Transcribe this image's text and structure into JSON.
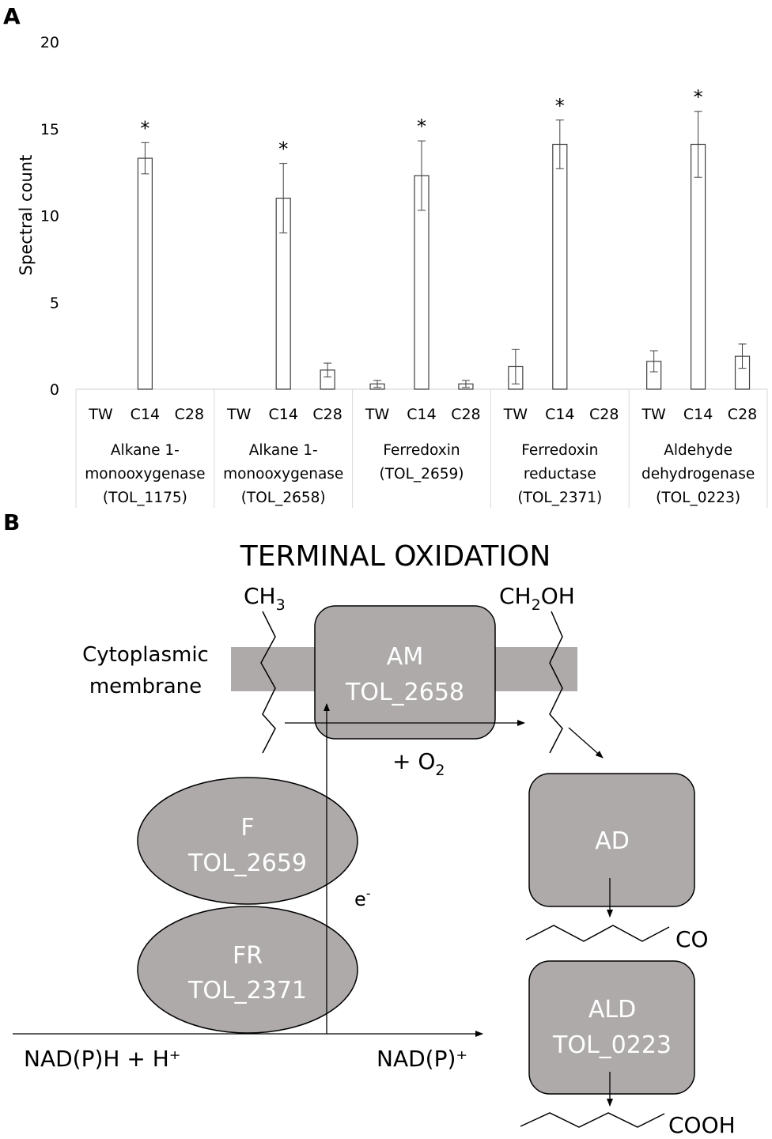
{
  "panel_a": {
    "label": "A"
  },
  "panel_b": {
    "label": "B",
    "title": "TERMINAL OXIDATION",
    "membrane_label": [
      "Cytoplasmic",
      "membrane"
    ],
    "ch3_main": "CH",
    "ch3_sub": "3",
    "ch2oh_a": "CH",
    "ch2oh_sub": "2",
    "ch2oh_b": "OH",
    "o2_main": "+ O",
    "o2_sub": "2",
    "electron_main": "e",
    "electron_sup": "-",
    "nadph": "NAD(P)H + H⁺",
    "nadp": "NAD(P)⁺",
    "co_label": "CO",
    "cooh_label": "COOH",
    "enzymes": {
      "am": [
        "AM",
        "TOL_2658"
      ],
      "f": [
        "F",
        "TOL_2659"
      ],
      "fr": [
        "FR",
        "TOL_2371"
      ],
      "ad": [
        "AD"
      ],
      "ald": [
        "ALD",
        "TOL_0223"
      ]
    },
    "colors": {
      "enzyme_fill": "#aeaaaa",
      "enzyme_text": "#ffffff",
      "membrane": "#aeaaaa"
    }
  },
  "chart_data": {
    "type": "bar",
    "ylabel": "Spectral count",
    "ylim": [
      0,
      20
    ],
    "yticks": [
      0,
      5,
      10,
      15,
      20
    ],
    "conditions": [
      "TW",
      "C14",
      "C28"
    ],
    "groups": [
      {
        "label": [
          "Alkane 1-",
          "monooxygenase",
          "(TOL_1175)"
        ],
        "values": [
          0,
          13.3,
          0
        ],
        "errors": [
          0,
          0.9,
          0
        ],
        "significant": [
          false,
          true,
          false
        ]
      },
      {
        "label": [
          "Alkane 1-",
          "monooxygenase",
          "(TOL_2658)"
        ],
        "values": [
          0,
          11.0,
          1.1
        ],
        "errors": [
          0,
          2.0,
          0.4
        ],
        "significant": [
          false,
          true,
          false
        ]
      },
      {
        "label": [
          "Ferredoxin",
          "(TOL_2659)"
        ],
        "values": [
          0.3,
          12.3,
          0.3
        ],
        "errors": [
          0.2,
          2.0,
          0.2
        ],
        "significant": [
          false,
          true,
          false
        ]
      },
      {
        "label": [
          "Ferredoxin",
          "reductase",
          "(TOL_2371)"
        ],
        "values": [
          1.3,
          14.1,
          0
        ],
        "errors": [
          1.0,
          1.4,
          0
        ],
        "significant": [
          false,
          true,
          false
        ]
      },
      {
        "label": [
          "Aldehyde",
          "dehydrogenase",
          "(TOL_0223)"
        ],
        "values": [
          1.6,
          14.1,
          1.9
        ],
        "errors": [
          0.6,
          1.9,
          0.7
        ],
        "significant": [
          false,
          true,
          false
        ]
      }
    ],
    "significance_marker": "*",
    "bar_fill": "#ffffff",
    "bar_stroke": "#404040"
  }
}
